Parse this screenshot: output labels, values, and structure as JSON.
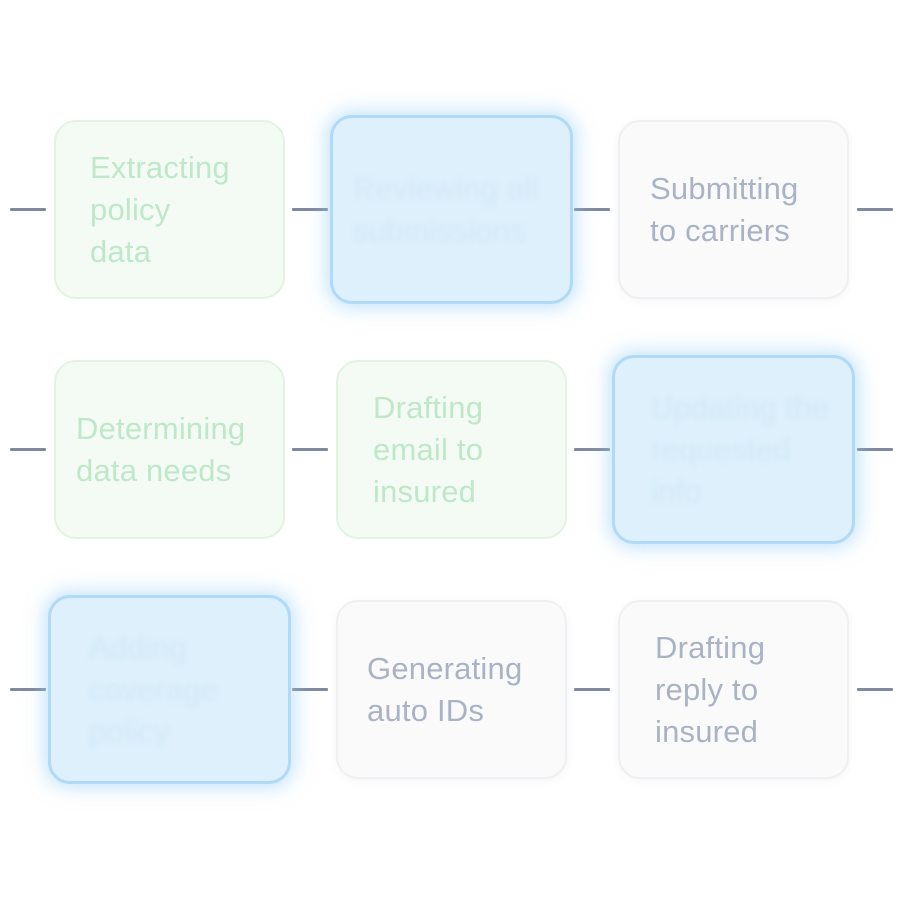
{
  "diagram": {
    "status_colors": {
      "done": "#bfe8c8",
      "active": "#ddf0fc",
      "pending": "#aab3c6",
      "connector": "#7f8a9e"
    },
    "rows": [
      {
        "steps": [
          {
            "label": "Extracting\npolicy\ndata",
            "status": "done"
          },
          {
            "label": "Reviewing all\nsubmissions",
            "status": "active"
          },
          {
            "label": "Submitting\nto carriers",
            "status": "pending"
          }
        ]
      },
      {
        "steps": [
          {
            "label": "Determining\ndata needs",
            "status": "done"
          },
          {
            "label": "Drafting\nemail to\ninsured",
            "status": "done"
          },
          {
            "label": "Updating the\nrequested\ninfo",
            "status": "active"
          }
        ]
      },
      {
        "steps": [
          {
            "label": "Adding\ncoverage\npolicy",
            "status": "active"
          },
          {
            "label": "Generating\nauto IDs",
            "status": "pending"
          },
          {
            "label": "Drafting\nreply to\ninsured",
            "status": "pending"
          }
        ]
      }
    ]
  }
}
